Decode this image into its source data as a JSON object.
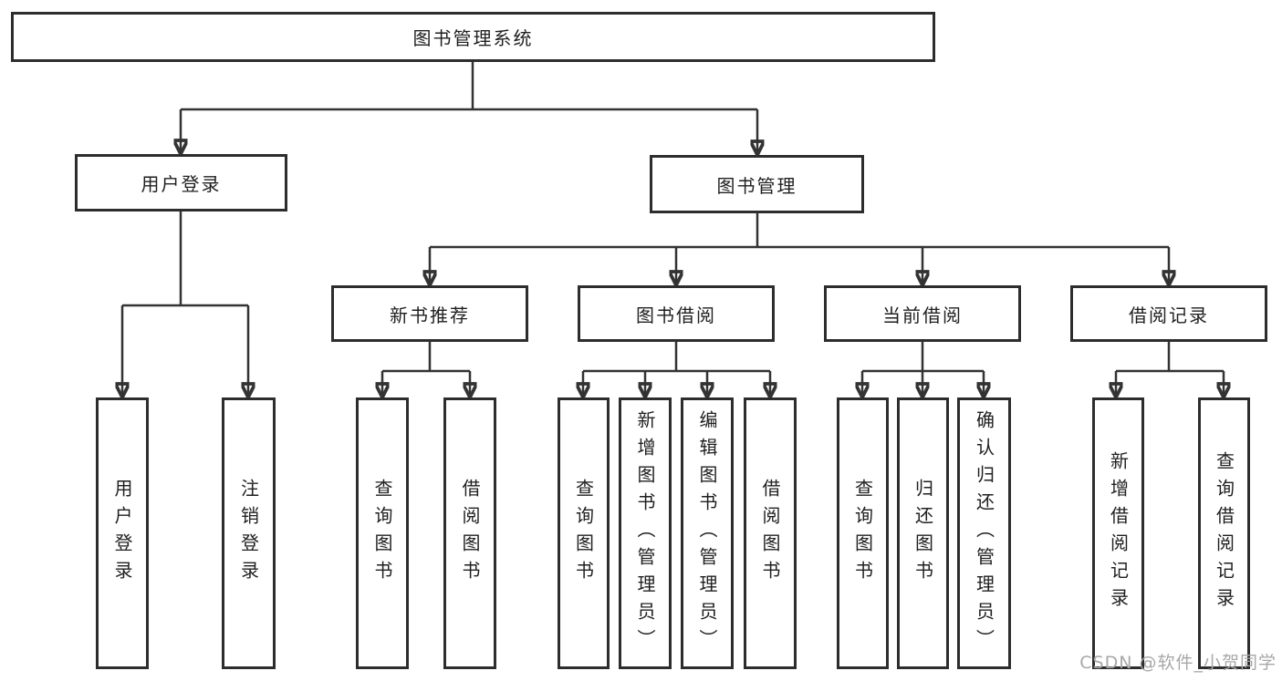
{
  "tree": {
    "label": "图书管理系统",
    "children": [
      {
        "label": "用户登录",
        "children": [
          {
            "label": "用户登录"
          },
          {
            "label": "注销登录"
          }
        ]
      },
      {
        "label": "图书管理",
        "children": [
          {
            "label": "新书推荐",
            "children": [
              {
                "label": "查询图书"
              },
              {
                "label": "借阅图书"
              }
            ]
          },
          {
            "label": "图书借阅",
            "children": [
              {
                "label": "查询图书"
              },
              {
                "label": "新增图书（管理员）"
              },
              {
                "label": "编辑图书（管理员）"
              },
              {
                "label": "借阅图书"
              }
            ]
          },
          {
            "label": "当前借阅",
            "children": [
              {
                "label": "查询图书"
              },
              {
                "label": "归还图书"
              },
              {
                "label": "确认归还（管理员）"
              }
            ]
          },
          {
            "label": "借阅记录",
            "children": [
              {
                "label": "新增借阅记录"
              },
              {
                "label": "查询借阅记录"
              }
            ]
          }
        ]
      }
    ]
  },
  "watermark": {
    "text": "CSDN @软件_小贺同学"
  },
  "colors": {
    "line": "#333333",
    "box_border": "#2d2d2d",
    "text": "#1f1f1f",
    "watermark": "#a8a8a8",
    "background": "#ffffff"
  }
}
